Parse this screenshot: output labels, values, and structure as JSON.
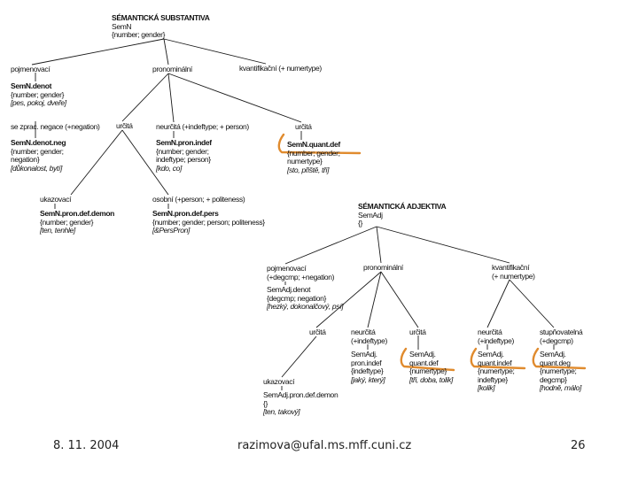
{
  "theme": {
    "line": "#1a1a1a",
    "highlight": "#e08b2e",
    "text": "#111111",
    "background": "#ffffff"
  },
  "footer": {
    "date": "8. 11. 2004",
    "email": "razimova@ufal.ms.mff.cuni.cz",
    "page": "26"
  },
  "nodes": {
    "ss_root": [
      "SÉMANTICKÁ SUBSTANTIVA",
      "SemN",
      "{number; gender}"
    ],
    "n_pojm": [
      "pojmenovací"
    ],
    "n_pron": [
      "pronominální"
    ],
    "n_kvant": [
      "kvantifikační (+ numertype)"
    ],
    "n_denot": [
      "SemN.denot",
      "{number; gender}",
      "[pes, pokoj, dveře]"
    ],
    "n_zprac": [
      "se zprac. negace (+negation)"
    ],
    "n_urcita": [
      "určitá"
    ],
    "n_neurcita": [
      "neurčitá (+indeftype; + person)"
    ],
    "n_urcita2": [
      "určitá"
    ],
    "n_denotneg": [
      "SemN.denot.neg",
      "{number; gender;",
      "negation}",
      "[důkonalost, bytí]"
    ],
    "n_pronindef": [
      "SemN.pron.indef",
      "{number; gender;",
      "indeftype; person}",
      "[kdo, co]"
    ],
    "n_quantdef": [
      "SemN.quant.def",
      "{number; gender;",
      "numertype}",
      "[sto, přiště, tři]"
    ],
    "n_ukaz": [
      "ukazovací"
    ],
    "n_osob": [
      "osobní (+person; + politeness)"
    ],
    "n_demon": [
      "SemN.pron.def.demon",
      "{number; gender}",
      "[ten, tenhle]"
    ],
    "n_pers": [
      "SemN.pron.def.pers",
      "{number; gender; person; politeness}",
      "[&PersPron]"
    ],
    "sa_root": [
      "SÉMANTICKÁ ADJEKTIVA",
      "SemAdj",
      "{}"
    ],
    "a_pojm": [
      "pojmenovací",
      "(+degcmp; +negation)"
    ],
    "a_pron": [
      "pronominální"
    ],
    "a_kvant": [
      "kvantifikační",
      "(+ numertype)"
    ],
    "a_denot": [
      "SemAdj.denot",
      "{degcmp; negation}",
      "[hezký, dokonalčový, psí]"
    ],
    "a_urcita": [
      "určitá"
    ],
    "a_neurcita": [
      "neurčitá",
      "(+indeftype)"
    ],
    "a_urcita2": [
      "určitá"
    ],
    "a_neurcita2": [
      "neurčitá",
      "(+indeftype)"
    ],
    "a_stup": [
      "stupňovatelná",
      "(+degcmp)"
    ],
    "a_pronindef": [
      "SemAdj.",
      "pron.indef",
      "{indeftype}",
      "[jaký, který]"
    ],
    "a_quantdef": [
      "SemAdj.",
      "quant.def",
      "{numertype}",
      "[tři, doba, tolik]"
    ],
    "a_quantindef": [
      "SemAdj.",
      "quant.indef",
      "{numertype;",
      "indeftype}",
      "[kolik]"
    ],
    "a_quantdeg": [
      "SemAdj.",
      "quant.deg",
      "{numertype;",
      "degcmp}",
      "[hodně, málo]"
    ],
    "a_ukaz": [
      "ukazovací"
    ],
    "a_demon": [
      "SemAdj.pron.def.demon",
      "{}",
      "[ten, takový]"
    ]
  }
}
